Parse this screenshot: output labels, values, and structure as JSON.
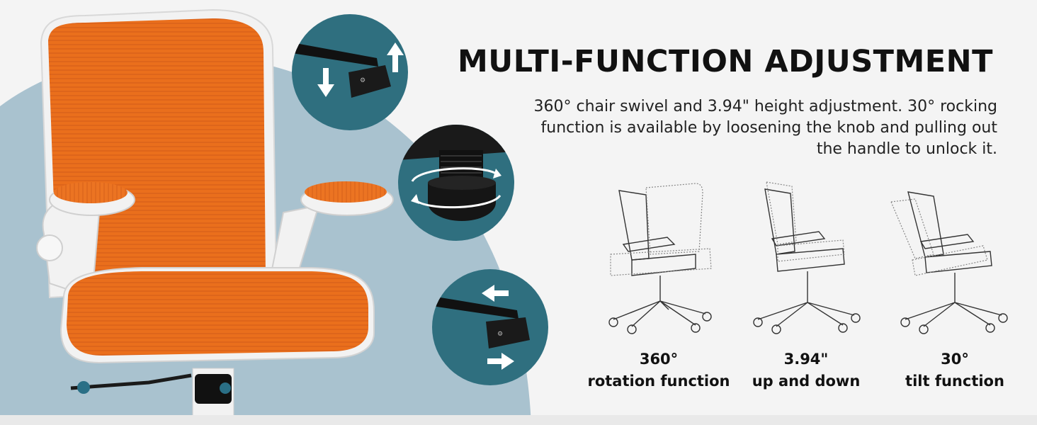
{
  "headline": "MULTI-FUNCTION ADJUSTMENT",
  "description": "360° chair swivel and 3.94\" height adjustment. 30° rocking function is available by loosening the knob and pulling out the  handle to unlock it.",
  "colors": {
    "mesh": "#ea6f1c",
    "frame": "#f2f2f2",
    "backdrop": "#a9c2cf",
    "detail_circle": "#2f6f7f",
    "text": "#111111"
  },
  "details": [
    {
      "name": "height-lever-detail",
      "icons": [
        "arrow-up-icon",
        "arrow-down-icon"
      ]
    },
    {
      "name": "tilt-knob-detail",
      "icons": [
        "rotate-arrows-icon"
      ]
    },
    {
      "name": "lock-handle-detail",
      "icons": [
        "arrow-left-icon",
        "arrow-right-icon"
      ]
    }
  ],
  "features": [
    {
      "value": "360°",
      "label": "rotation function",
      "icon": "rotation-chair-icon"
    },
    {
      "value": "3.94\"",
      "label": "up and down",
      "icon": "height-chair-icon"
    },
    {
      "value": "30°",
      "label": "tilt function",
      "icon": "tilt-chair-icon"
    }
  ]
}
